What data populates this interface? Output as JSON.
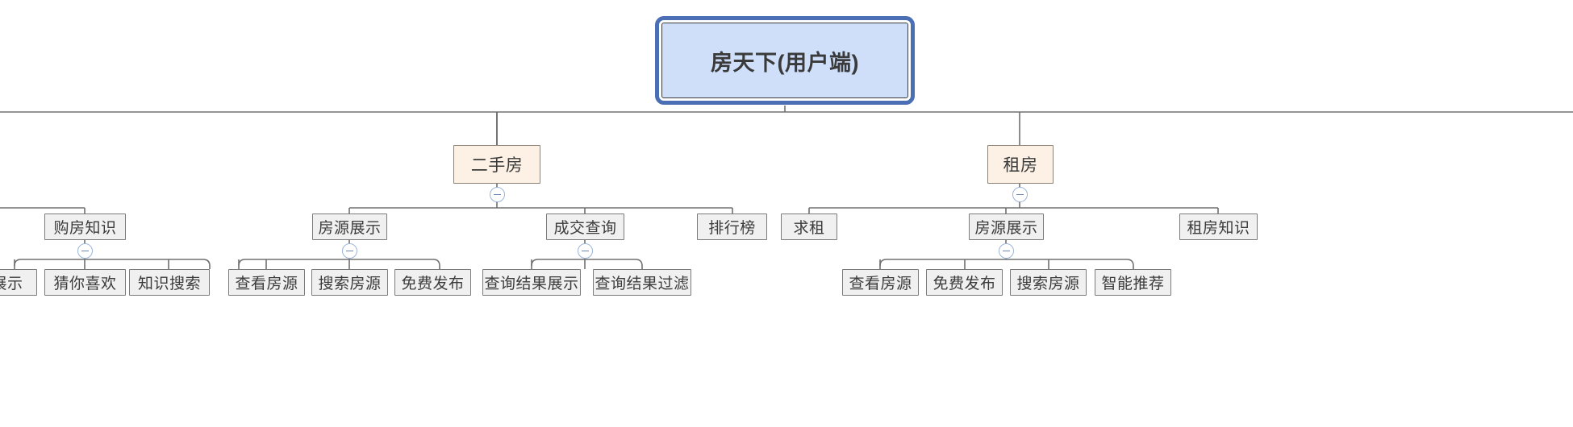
{
  "diagram": {
    "type": "mindmap-tree",
    "title": "房天下(用户端)",
    "orientation": "top-down",
    "background": "#ffffff",
    "colors": {
      "root_fill": "#cfdffa",
      "root_selection_border": "#4a6fb5",
      "level2_fill": "#fdf1e6",
      "level2_border": "#8a8178",
      "node_fill": "#f0f0f0",
      "node_border": "#7a7a7a",
      "connector": "#707070",
      "toggle_border": "#9bb4da"
    },
    "root": {
      "label": "房天下(用户端)"
    },
    "branches": [
      {
        "label": "二手房",
        "collapse_toggle": "minus",
        "children": [
          {
            "label": "房源展示",
            "collapse_toggle": "minus",
            "children": [
              {
                "label": "查看房源"
              },
              {
                "label": "搜索房源"
              },
              {
                "label": "免费发布"
              }
            ]
          },
          {
            "label": "成交查询",
            "collapse_toggle": "minus",
            "children": [
              {
                "label": "查询结果展示"
              },
              {
                "label": "查询结果过滤"
              }
            ]
          },
          {
            "label": "排行榜",
            "children": []
          }
        ]
      },
      {
        "label": "租房",
        "collapse_toggle": "minus",
        "children": [
          {
            "label": "求租",
            "children": []
          },
          {
            "label": "房源展示",
            "collapse_toggle": "minus",
            "children": [
              {
                "label": "查看房源"
              },
              {
                "label": "免费发布"
              },
              {
                "label": "搜索房源"
              },
              {
                "label": "智能推荐"
              }
            ]
          },
          {
            "label": "租房知识",
            "children": []
          }
        ]
      }
    ],
    "offscreen_left_branch": {
      "note": "branch cut off at left edge of viewport",
      "nodes": [
        {
          "label": "购房知识",
          "collapse_toggle": "minus",
          "children": [
            {
              "label": "展示"
            },
            {
              "label": "猜你喜欢"
            },
            {
              "label": "知识搜索"
            }
          ]
        }
      ]
    }
  }
}
